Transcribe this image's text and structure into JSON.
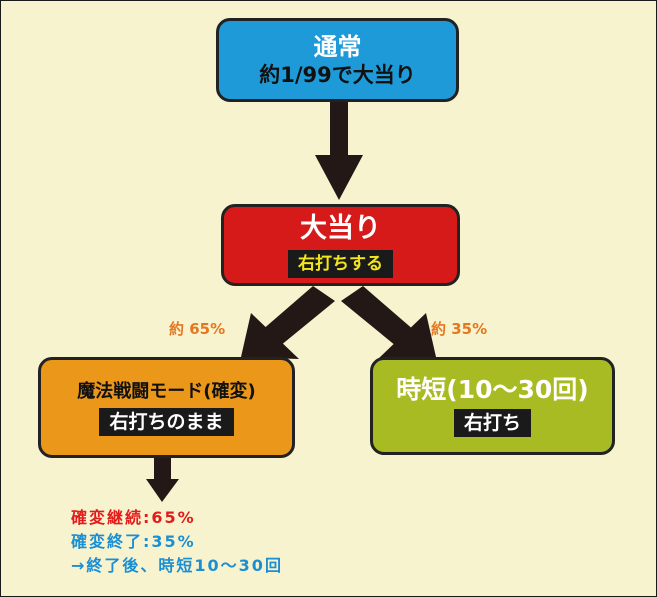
{
  "tsujo": {
    "title": "通常",
    "subtitle": "約1/99で大当り"
  },
  "oatari": {
    "title": "大当り",
    "tag": "右打ちする"
  },
  "split": {
    "left_pct": "約 65%",
    "right_pct": "約 35%"
  },
  "magic_mode": {
    "title": "魔法戦闘モード(確変)",
    "tag": "右打ちのまま"
  },
  "jitan": {
    "title": "時短(10〜30回)",
    "tag": "右打ち"
  },
  "notes": {
    "line1": "確変継続:65%",
    "line2": "確変終了:35%",
    "line3": "→終了後、時短10〜30回"
  },
  "colors": {
    "background": "#f8f3cf",
    "tsujo": "#1e9ad8",
    "oatari": "#d61a1a",
    "magic_mode": "#eb971a",
    "jitan": "#a8bb22",
    "arrow": "#231815",
    "percent": "#e37820",
    "note_red": "#e21b1b",
    "note_blue": "#1a8fd4"
  }
}
